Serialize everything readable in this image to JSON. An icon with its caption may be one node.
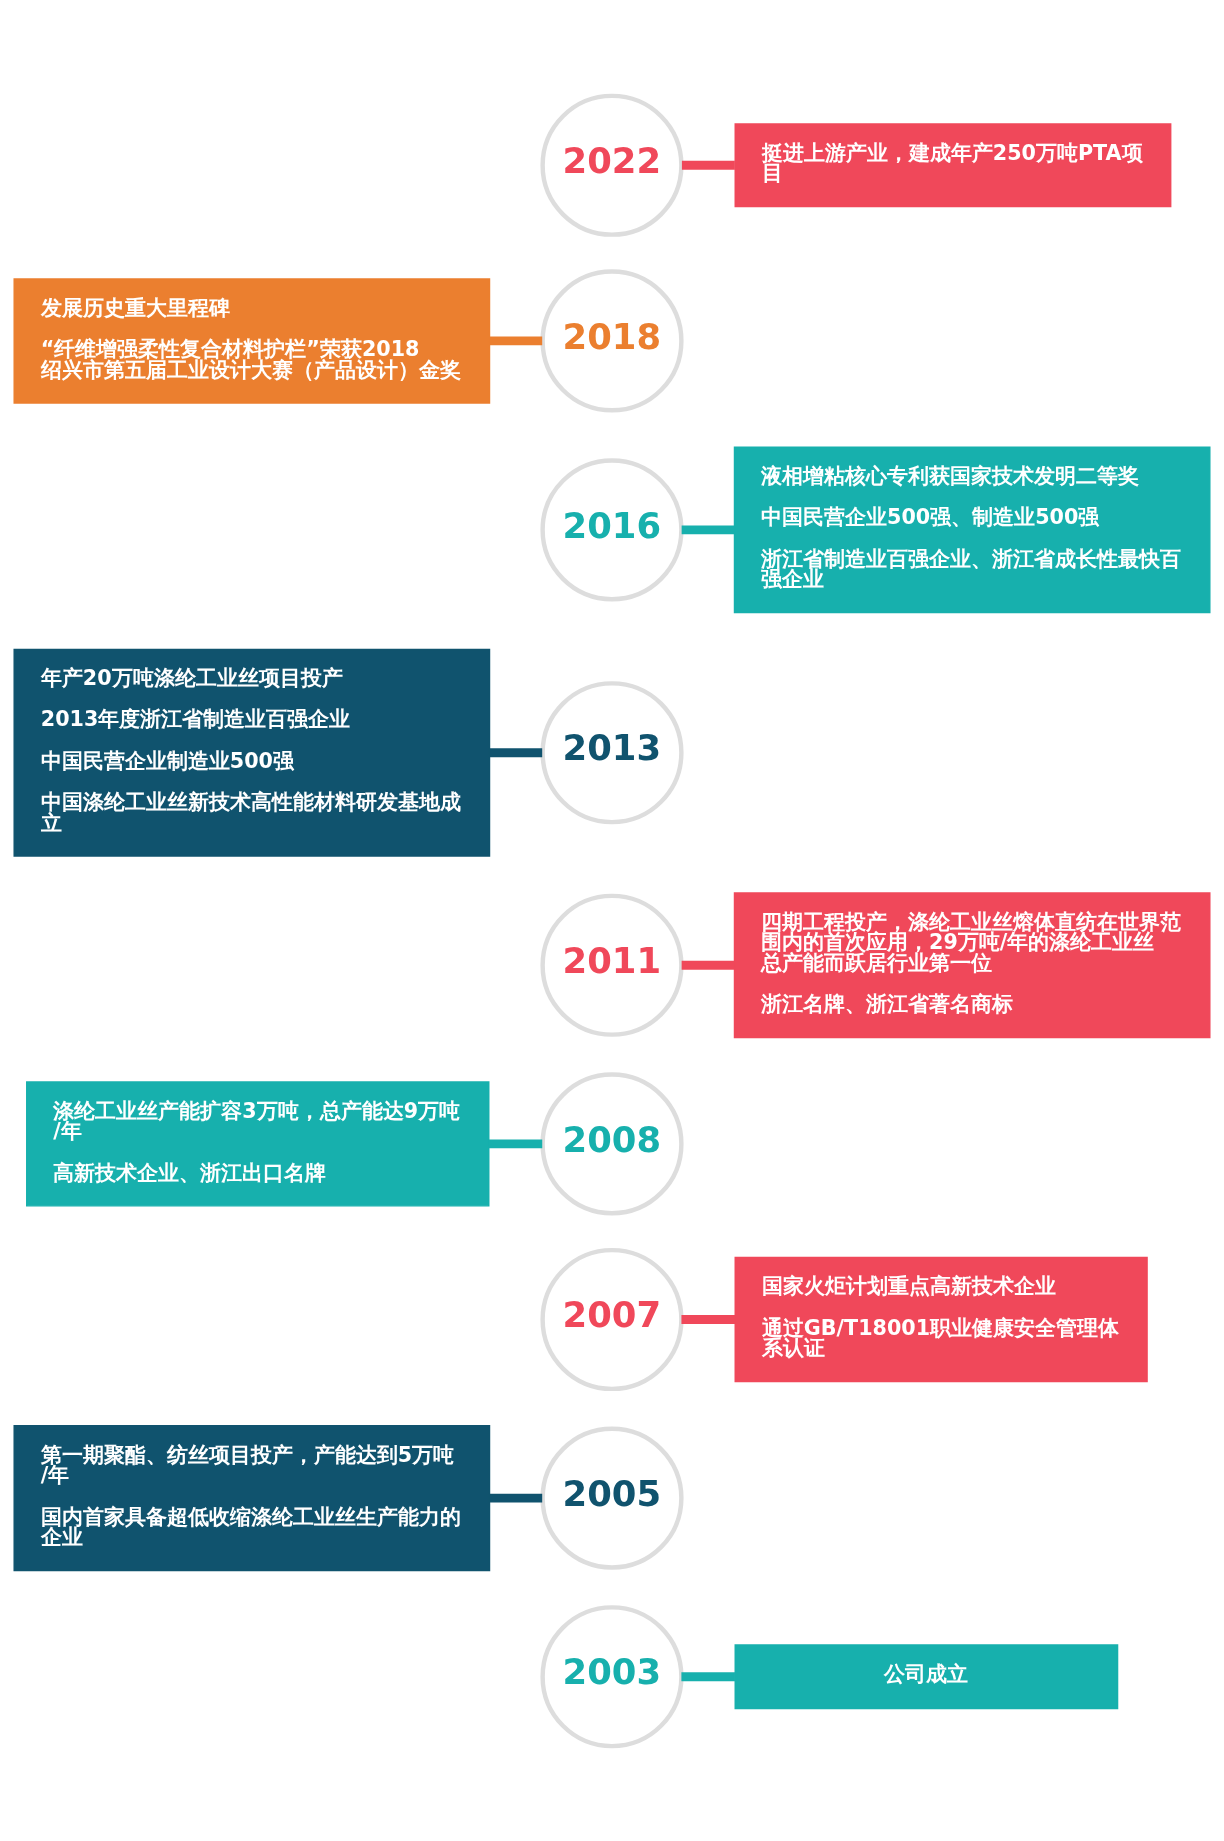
{
  "diagram": {
    "nodes": [
      {
        "text": [
          "2022"
        ]
      },
      {
        "text": [
          "挺进上游产业，建成年产250万吨PTA项目"
        ]
      },
      {
        "text": [
          "发展历史重大里程碑",
          "“纤维增强柔性复合材料护栏”荣获2018绍兴市第五届工业设计大赛（产品设计）金奖"
        ]
      },
      {
        "text": [
          "2018"
        ]
      },
      {
        "text": [
          "2016"
        ]
      },
      {
        "text": [
          "液相增粘核心专利获国家技术发明二等奖",
          "中国民营企业500强、制造业500强",
          "浙江省制造业百强企业、浙江省成长性最快百强企业"
        ]
      },
      {
        "text": [
          "年产20万吨涤纶工业丝项目投产",
          "2013年度浙江省制造业百强企业",
          "中国民营企业制造业500强",
          "中国涤纶工业丝新技术高性能材料研发基地成立"
        ]
      },
      {
        "text": [
          "2013"
        ]
      },
      {
        "text": [
          "2011"
        ]
      },
      {
        "text": [
          "四期工程投产，涤纶工业丝熔体直纺在世界范围内的首次应用，29万吨/年的涤纶工业丝总产能而跃居行业第一位",
          "浙江名牌、浙江省著名商标"
        ]
      },
      {
        "text": [
          "涤纶工业丝产能扩容3万吨，总产能达9万吨/年",
          "高新技术企业、浙江出口名牌"
        ]
      },
      {
        "text": [
          "2008"
        ]
      },
      {
        "text": [
          "2007"
        ]
      },
      {
        "text": [
          "国家火炬计划重点高新技术企业",
          "通过GB/T18001职业健康安全管理体系认证"
        ]
      },
      {
        "text": [
          "第一期聚酯、纺丝项目投产，产能达到5万吨/年",
          "国内首家具备超低收缩涤纶工业丝生产能力的企业"
        ]
      },
      {
        "text": [
          "2005"
        ]
      },
      {
        "text": [
          "2003"
        ]
      },
      {
        "text": [
          "公司成立"
        ]
      }
    ],
    "edges": [
      {
        "from": 0,
        "to": 1,
        "arrow": "none"
      },
      {
        "from": 2,
        "to": 3,
        "arrow": "none",
        "color": "#eb7f2f"
      },
      {
        "from": 4,
        "to": 5,
        "arrow": "none",
        "color": "#17b0ad"
      },
      {
        "from": 6,
        "to": 7,
        "arrow": "none",
        "color": "#10536e"
      },
      {
        "from": 8,
        "to": 9,
        "arrow": "none"
      },
      {
        "from": 10,
        "to": 11,
        "arrow": "none",
        "color": "#17b0ad"
      },
      {
        "from": 12,
        "to": 13,
        "arrow": "none"
      },
      {
        "from": 14,
        "to": 15,
        "arrow": "none",
        "color": "#10536e"
      },
      {
        "from": 16,
        "to": 17,
        "arrow": "none",
        "color": "#17b0ad"
      }
    ]
  }
}
